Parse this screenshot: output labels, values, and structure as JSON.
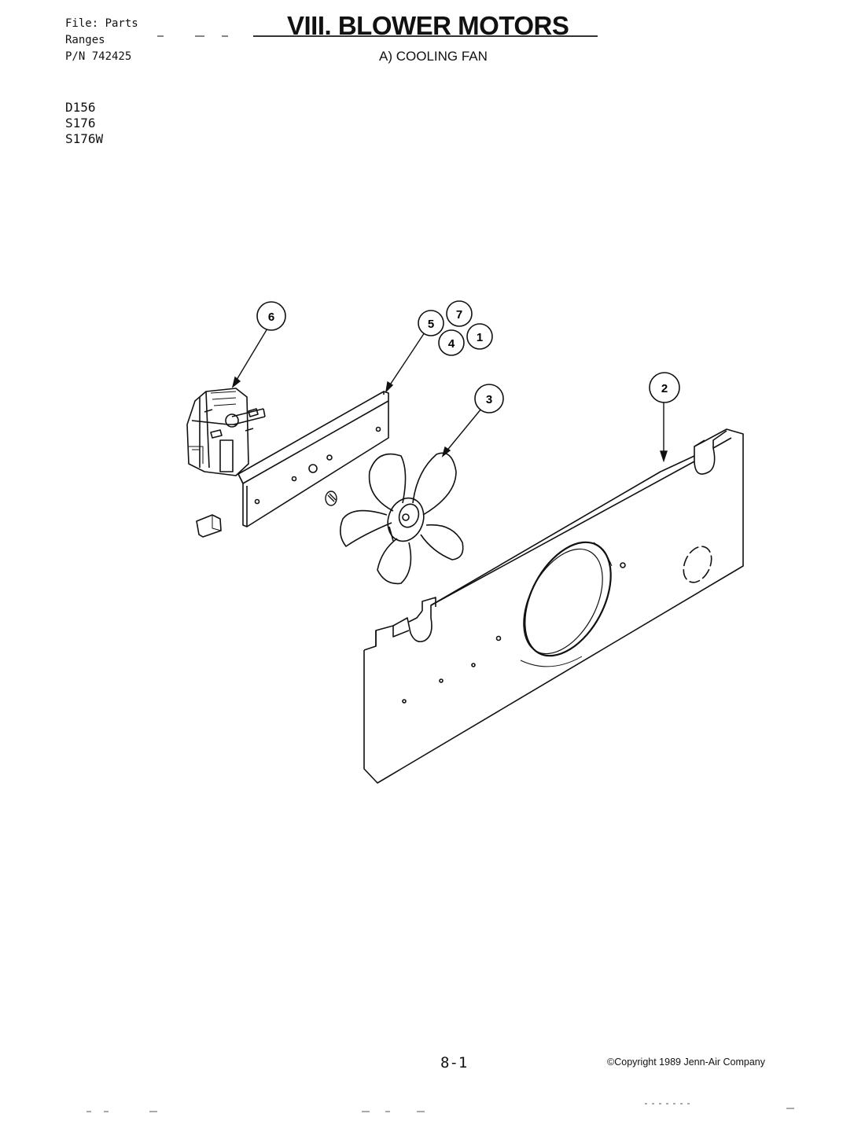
{
  "header": {
    "file_line": "File: Parts",
    "category_line": "Ranges",
    "part_number_line": "P/N 742425",
    "title": "VIII. BLOWER MOTORS",
    "subtitle": "A) COOLING FAN"
  },
  "models": [
    "D156",
    "S176",
    "S176W"
  ],
  "diagram": {
    "callouts": [
      "1",
      "2",
      "3",
      "4",
      "5",
      "6",
      "7"
    ]
  },
  "footer": {
    "page_number": "8-1",
    "copyright": "©Copyright 1989 Jenn-Air Company"
  }
}
